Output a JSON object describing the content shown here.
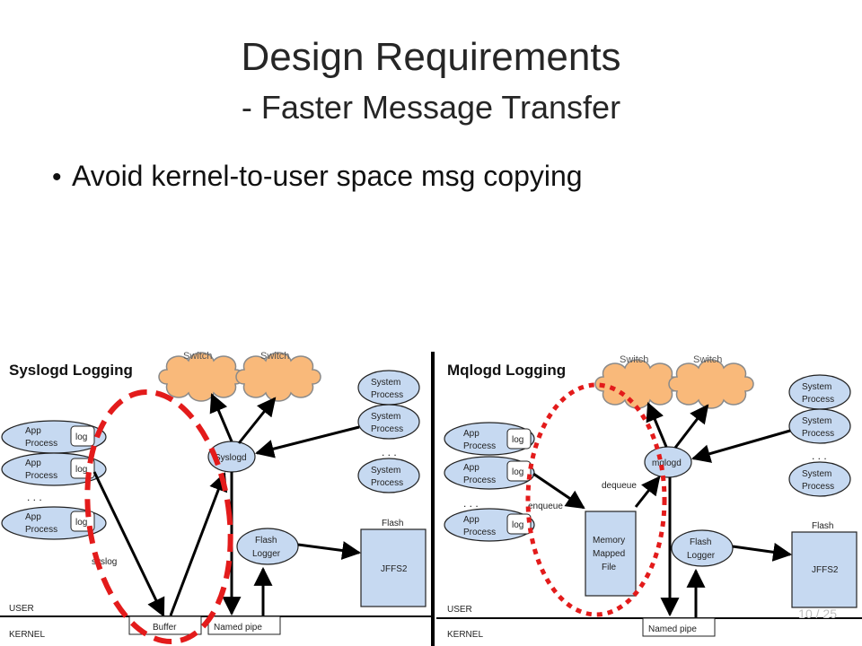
{
  "slide": {
    "title": "Design Requirements",
    "subtitle": "- Faster Message Transfer",
    "bullet": "Avoid kernel-to-user space msg copying",
    "page_number": "10 / 25"
  },
  "left": {
    "heading": "Syslogd Logging",
    "switch_1": "Switch",
    "switch_2": "Switch",
    "app_process": "App Process",
    "app_process_line1": "App",
    "app_process_line2": "Process",
    "log": "log",
    "ellipsis": ". . .",
    "syslogd": "Syslogd",
    "system_process_line1": "System",
    "system_process_line2": "Process",
    "flash_logger_line1": "Flash",
    "flash_logger_line2": "Logger",
    "flash": "Flash",
    "jffs2": "JFFS2",
    "syslog": "syslog",
    "user": "USER",
    "kernel": "KERNEL",
    "buffer": "Buffer",
    "named_pipe": "Named pipe"
  },
  "right": {
    "heading": "Mqlogd Logging",
    "switch_1": "Switch",
    "switch_2": "Switch",
    "app_process_line1": "App",
    "app_process_line2": "Process",
    "log": "log",
    "ellipsis": ". . .",
    "mqlogd": "mqlogd",
    "system_process_line1": "System",
    "system_process_line2": "Process",
    "dequeue": "dequeue",
    "enqueue": "enqueue",
    "mmf_line1": "Memory",
    "mmf_line2": "Mapped",
    "mmf_line3": "File",
    "flash_logger_line1": "Flash",
    "flash_logger_line2": "Logger",
    "flash": "Flash",
    "jffs2": "JFFS2",
    "user": "USER",
    "kernel": "KERNEL",
    "named_pipe": "Named pipe"
  },
  "colors": {
    "cloud_fill": "#f9b97a",
    "ellipse_fill": "#c6d9f1",
    "highlight": "#e31b1b",
    "text": "#262626"
  }
}
